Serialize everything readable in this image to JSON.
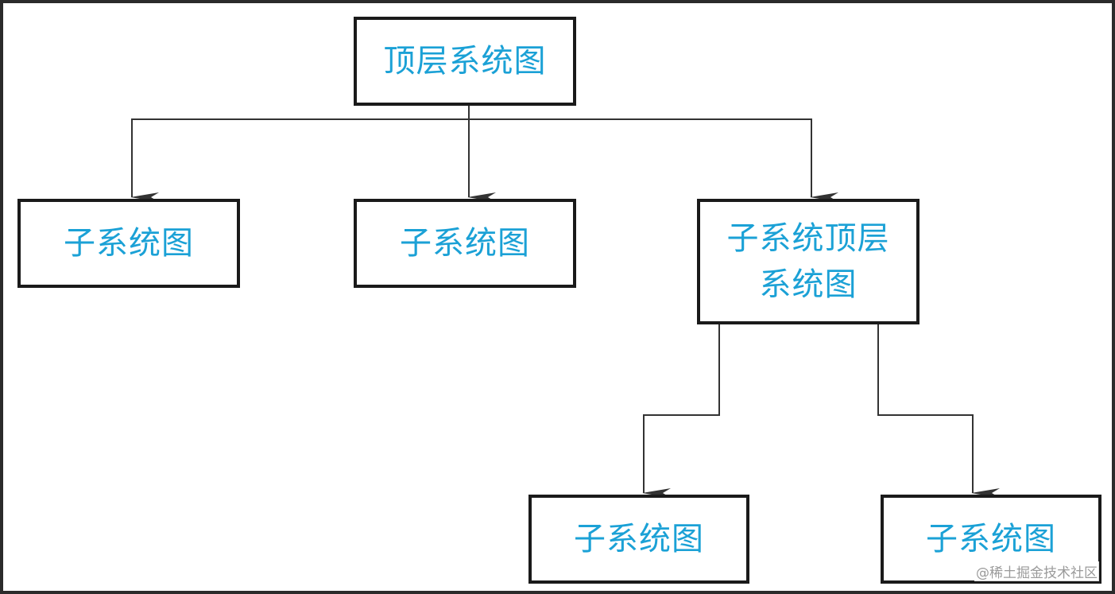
{
  "diagram": {
    "type": "hierarchy",
    "nodes": [
      {
        "id": "top",
        "label": "顶层系统图"
      },
      {
        "id": "sub-1",
        "label": "子系统图"
      },
      {
        "id": "sub-2",
        "label": "子系统图"
      },
      {
        "id": "sub-top",
        "label": "子系统顶层系统图"
      },
      {
        "id": "sub-3",
        "label": "子系统图"
      },
      {
        "id": "sub-4",
        "label": "子系统图"
      }
    ],
    "edges": [
      {
        "from": "top",
        "to": "sub-1"
      },
      {
        "from": "top",
        "to": "sub-2"
      },
      {
        "from": "top",
        "to": "sub-top"
      },
      {
        "from": "sub-top",
        "to": "sub-3"
      },
      {
        "from": "sub-top",
        "to": "sub-4"
      }
    ]
  },
  "colors": {
    "label": "#1ba1d6",
    "border": "#1a1a1a",
    "connector": "#333333",
    "frame": "#2b2b2b"
  },
  "watermark": "@稀土掘金技术社区"
}
